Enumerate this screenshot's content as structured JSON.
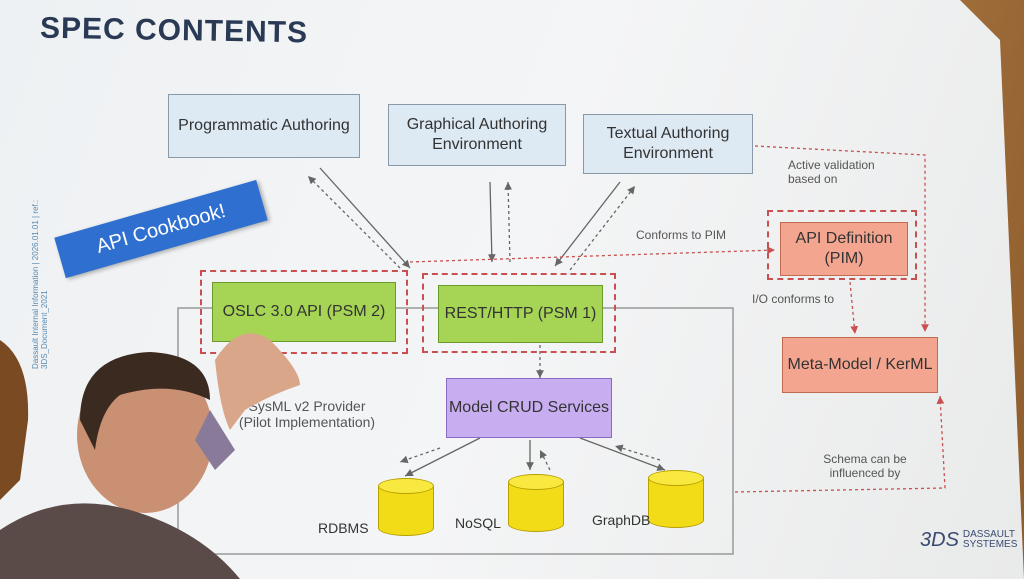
{
  "slide": {
    "title": "SPEC CONTENTS",
    "badge": "API Cookbook!",
    "side_note": "Dassault Internal Information | 2026.01.01 | ref.: 3DS_Document_2021",
    "boxes": {
      "programmatic": "Programmatic Authoring",
      "graphical": "Graphical Authoring Environment",
      "textual": "Textual Authoring Environment",
      "oslc": "OSLC 3.0 API (PSM 2)",
      "rest": "REST/HTTP (PSM 1)",
      "api_def": "API Definition (PIM)",
      "metamodel": "Meta-Model / KerML",
      "crud": "Model CRUD Services"
    },
    "labels": {
      "active_validation": "Active validation based on",
      "conforms_pim": "Conforms to PIM",
      "io_conforms": "I/O conforms to",
      "schema": "Schema can be influenced by",
      "provider": "SysML v2 Provider (Pilot Implementation)"
    },
    "databases": [
      "RDBMS",
      "NoSQL",
      "GraphDB"
    ],
    "logo": "DASSAULT SYSTEMES"
  }
}
